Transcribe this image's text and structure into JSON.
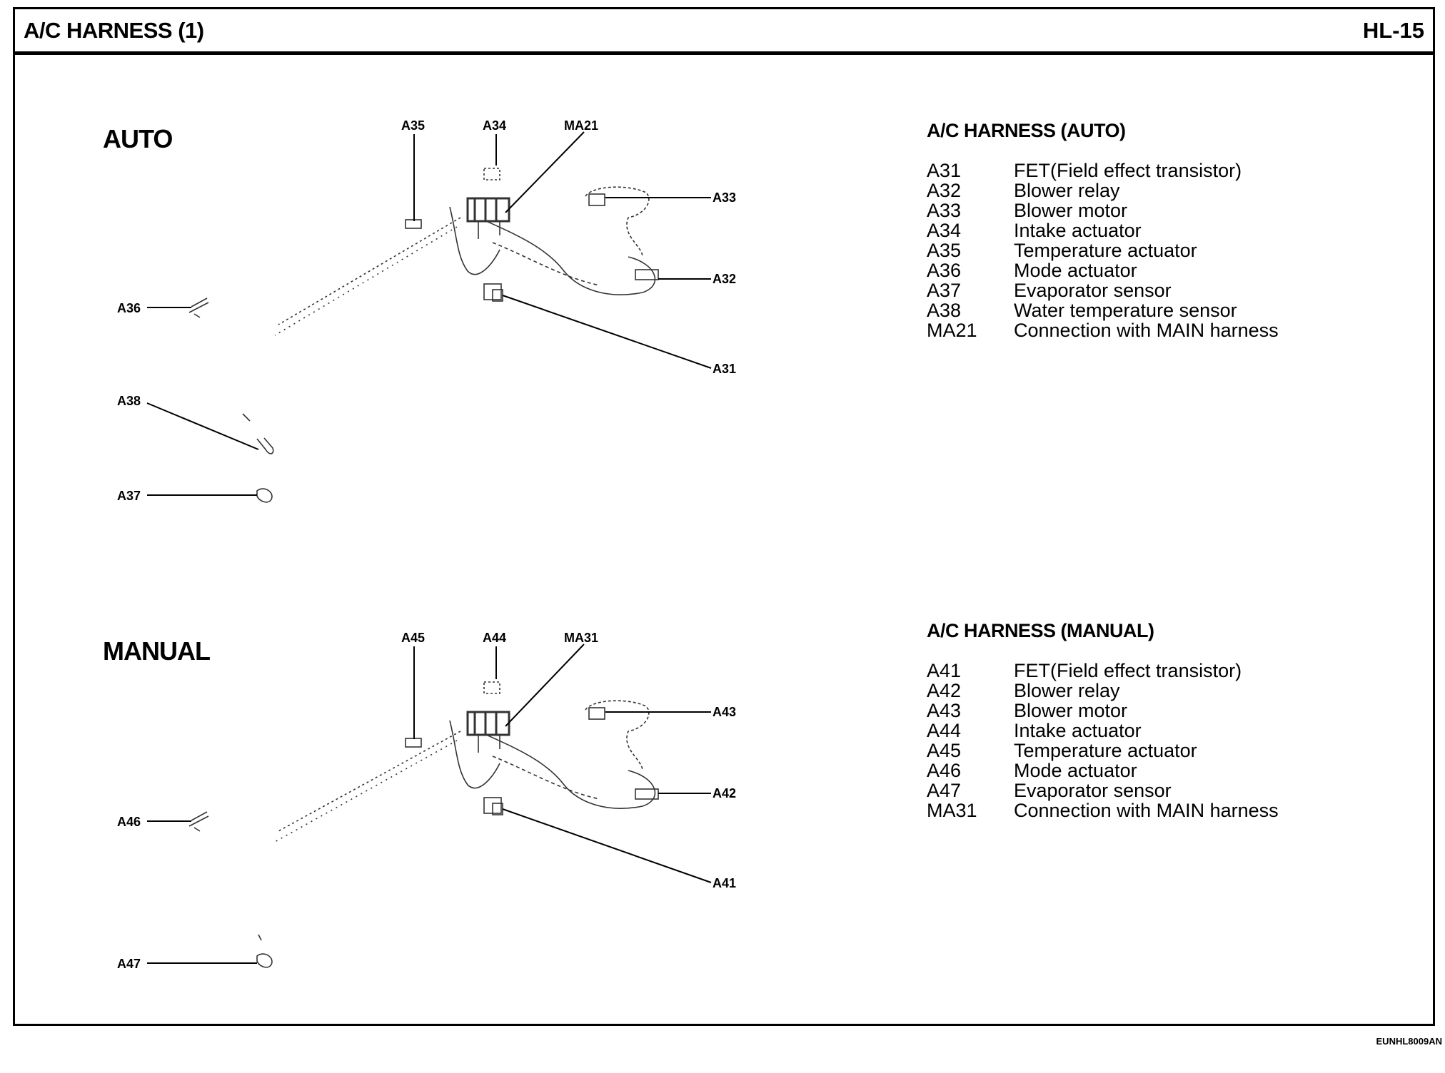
{
  "header": {
    "title": "A/C HARNESS (1)",
    "page": "HL-15"
  },
  "footer": {
    "code": "EUNHL8009AN"
  },
  "auto": {
    "heading": "AUTO",
    "callouts": {
      "a35": "A35",
      "a34": "A34",
      "ma21": "MA21",
      "a33": "A33",
      "a32": "A32",
      "a31": "A31",
      "a36": "A36",
      "a38": "A38",
      "a37": "A37"
    },
    "legend_title": "A/C HARNESS (AUTO)",
    "legend": [
      {
        "code": "A31",
        "desc": "FET(Field effect transistor)"
      },
      {
        "code": "A32",
        "desc": "Blower relay"
      },
      {
        "code": "A33",
        "desc": "Blower motor"
      },
      {
        "code": "A34",
        "desc": "Intake actuator"
      },
      {
        "code": "A35",
        "desc": "Temperature actuator"
      },
      {
        "code": "A36",
        "desc": "Mode actuator"
      },
      {
        "code": "A37",
        "desc": "Evaporator sensor"
      },
      {
        "code": "A38",
        "desc": "Water temperature sensor"
      },
      {
        "code": "MA21",
        "desc": "Connection with MAIN harness"
      }
    ]
  },
  "manual": {
    "heading": "MANUAL",
    "callouts": {
      "a45": "A45",
      "a44": "A44",
      "ma31": "MA31",
      "a43": "A43",
      "a42": "A42",
      "a41": "A41",
      "a46": "A46",
      "a47": "A47"
    },
    "legend_title": "A/C HARNESS (MANUAL)",
    "legend": [
      {
        "code": "A41",
        "desc": "FET(Field effect transistor)"
      },
      {
        "code": "A42",
        "desc": "Blower relay"
      },
      {
        "code": "A43",
        "desc": "Blower motor"
      },
      {
        "code": "A44",
        "desc": "Intake actuator"
      },
      {
        "code": "A45",
        "desc": "Temperature actuator"
      },
      {
        "code": "A46",
        "desc": "Mode actuator"
      },
      {
        "code": "A47",
        "desc": "Evaporator sensor"
      },
      {
        "code": "MA31",
        "desc": "Connection with MAIN harness"
      }
    ]
  }
}
